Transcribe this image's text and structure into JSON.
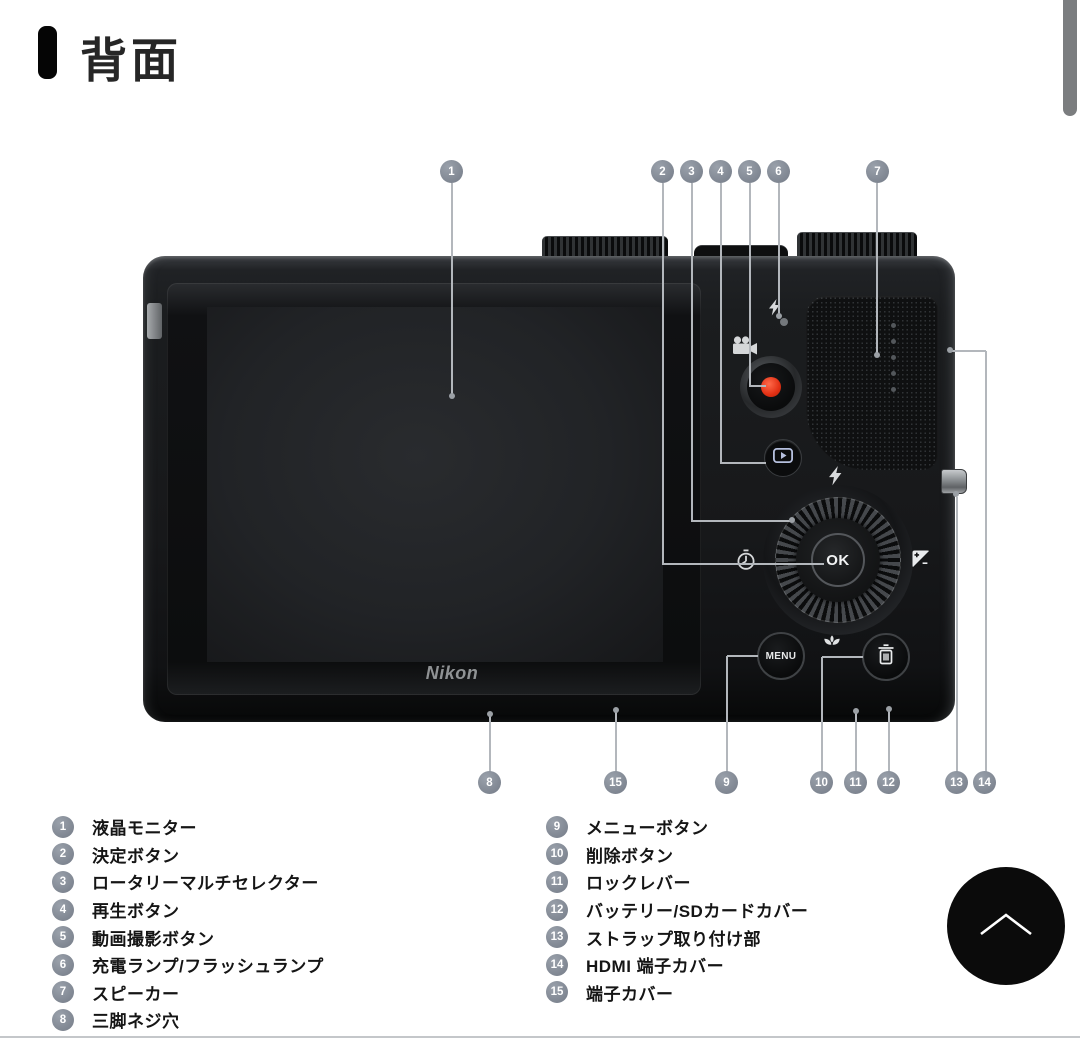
{
  "header": {
    "title": "背面"
  },
  "camera": {
    "brand_logo": "Nikon",
    "ok_label": "OK",
    "menu_label": "MENU"
  },
  "callout_numbers": {
    "c1": "1",
    "c2": "2",
    "c3": "3",
    "c4": "4",
    "c5": "5",
    "c6": "6",
    "c7": "7",
    "c8": "8",
    "c9": "9",
    "c10": "10",
    "c11": "11",
    "c12": "12",
    "c13": "13",
    "c14": "14",
    "c15": "15"
  },
  "legend": {
    "left": [
      {
        "num": "1",
        "label": "液晶モニター"
      },
      {
        "num": "2",
        "label": "決定ボタン"
      },
      {
        "num": "3",
        "label": "ロータリーマルチセレクター"
      },
      {
        "num": "4",
        "label": "再生ボタン"
      },
      {
        "num": "5",
        "label": "動画撮影ボタン"
      },
      {
        "num": "6",
        "label": "充電ランプ/フラッシュランプ"
      },
      {
        "num": "7",
        "label": "スピーカー"
      },
      {
        "num": "8",
        "label": "三脚ネジ穴"
      }
    ],
    "right": [
      {
        "num": "9",
        "label": "メニューボタン"
      },
      {
        "num": "10",
        "label": "削除ボタン"
      },
      {
        "num": "11",
        "label": "ロックレバー"
      },
      {
        "num": "12",
        "label": "バッテリー/SDカードカバー"
      },
      {
        "num": "13",
        "label": "ストラップ取り付け部"
      },
      {
        "num": "14",
        "label": "HDMI 端子カバー"
      },
      {
        "num": "15",
        "label": "端子カバー"
      }
    ]
  },
  "icons": {
    "movie_record": "movie-camera-icon",
    "flash": "lightning-bolt-icon",
    "charge_lamp": "lamp-dot-icon",
    "playback": "play-button-icon",
    "self_timer": "timer-clock-icon",
    "exposure_compensation": "plus-minus-square-icon",
    "macro": "flower-icon",
    "delete": "trash-icon",
    "back_to_top": "chevron-up-icon"
  },
  "colors": {
    "badge_gray": "#7d8591",
    "leader_line": "#b3b7bc",
    "record_red": "#e2330f",
    "camera_black": "#17181a",
    "page_background": "#ffffff"
  }
}
